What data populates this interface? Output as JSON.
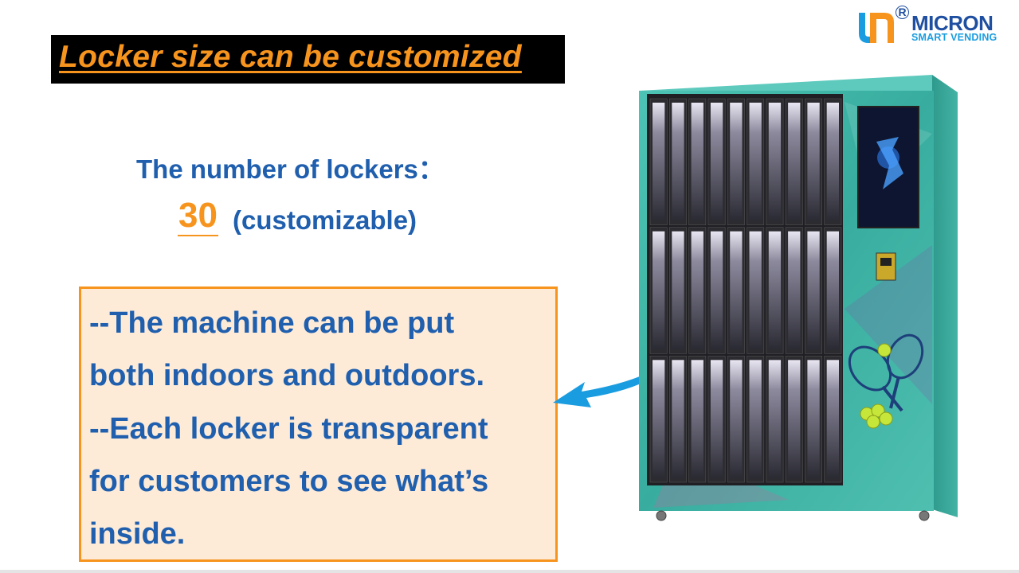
{
  "slide": {
    "title": "Locker size can be customized",
    "count_label": "The number of lockers：",
    "count_value": "30",
    "count_note": "(customizable)",
    "info_lines": [
      "--The machine can be put",
      "both indoors and outdoors.",
      "--Each locker is transparent",
      "for customers to see what’s",
      "inside."
    ]
  },
  "logo": {
    "name": "MICRON",
    "registered": "R",
    "tagline": "SMART VENDING"
  },
  "colors": {
    "accent_orange": "#f7941d",
    "text_blue": "#1f5fae",
    "machine_teal": "#3fb7a8",
    "box_fill": "#fdebd8"
  },
  "icons": [
    "micron-logo-icon",
    "arrow-icon",
    "tennis-racket-icon",
    "tennis-ball-icon",
    "card-reader-icon"
  ]
}
